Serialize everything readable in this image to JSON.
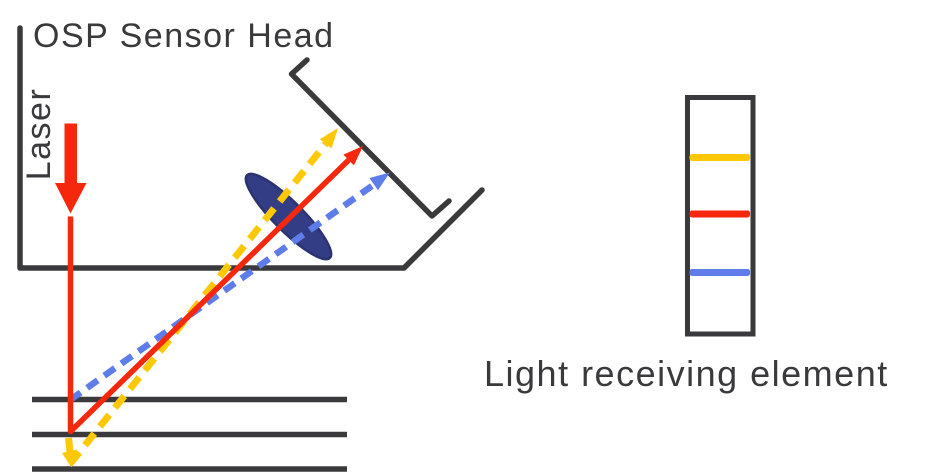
{
  "title": "OSP Sensor Head",
  "labels": {
    "laser": "Laser",
    "receiving_element": "Light receiving element"
  },
  "colors": {
    "bg": "#ffffff",
    "text": "#3a3a3c",
    "outline": "#3a3a3c",
    "laser_red": "#f5270c",
    "ray_yellow": "#ffc805",
    "ray_blue": "#5f7de8",
    "lens_fill": "#333d85",
    "lens_edge": "#2b3370"
  },
  "rays": [
    {
      "id": "near-surface-reflection",
      "color": "#5f7de8",
      "style": "dashed"
    },
    {
      "id": "mid-surface-reflection",
      "color": "#f5270c",
      "style": "solid"
    },
    {
      "id": "far-surface-reflection",
      "color": "#ffc805",
      "style": "dashed"
    }
  ],
  "receiving_element_bands": [
    {
      "position": "top",
      "color": "#ffc805"
    },
    {
      "position": "middle",
      "color": "#f5270c"
    },
    {
      "position": "bottom",
      "color": "#5f7de8"
    }
  ],
  "target_surface_count": 3
}
